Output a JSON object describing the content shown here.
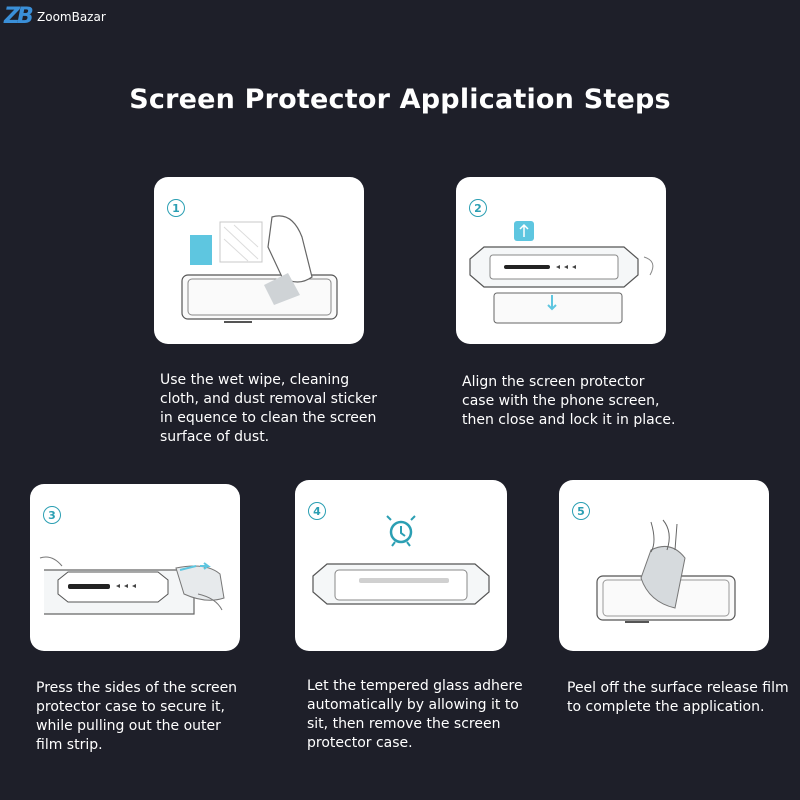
{
  "brand": {
    "mark": "ZB",
    "name": "ZoomBazar"
  },
  "title": "Screen Protector Application Steps",
  "colors": {
    "background": "#1e1f29",
    "accent": "#2b9fb3",
    "brand": "#3a8fd8"
  },
  "steps": [
    {
      "number": "1",
      "text": "Use the wet wipe, cleaning\ncloth, and dust removal sticker\n in equence to clean the screen\nsurface of dust."
    },
    {
      "number": "2",
      "text": "Align the screen protector\ncase with the phone screen,\nthen close and lock it in place."
    },
    {
      "number": "3",
      "text": "Press the sides of the screen\nprotector case to secure it,\nwhile pulling out the outer\nfilm strip."
    },
    {
      "number": "4",
      "text": "Let the tempered glass adhere\nautomatically by allowing it to\nsit, then remove the screen\nprotector case."
    },
    {
      "number": "5",
      "text": "Peel off the surface release film\nto complete the application."
    }
  ]
}
